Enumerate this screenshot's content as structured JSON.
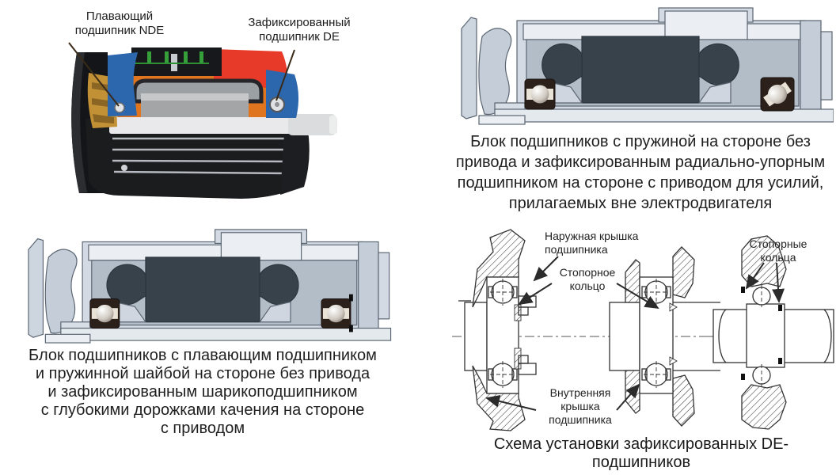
{
  "figure_motor": {
    "label_floating_nde": "Плавающий\nподшипник NDE",
    "label_fixed_de": "Зафиксированный\nподшипник DE"
  },
  "figure_spring_block": {
    "caption": "Блок подшипников с пружиной на стороне без\nпривода и зафиксированным радиально-упорным\nподшипником на стороне с приводом для усилий,\nприлагаемых вне электродвигателя"
  },
  "figure_floating_block": {
    "caption": "Блок подшипников с плавающим подшипником\nи пружинной шайбой на стороне без привода\nи зафиксированным шарикоподшипником\nс глубокими дорожками качения на стороне\nс приводом"
  },
  "figure_de_mounting": {
    "label_outer_cap": "Наружная крышка\nподшипника",
    "label_snap_ring": "Стопорное\nкольцо",
    "label_snap_rings": "Стопорные\nкольца",
    "label_inner_cap": "Внутренняя\nкрышка\nподшипника",
    "caption": "Схема установки зафиксированных DE-подшипников"
  },
  "colors": {
    "caption_text": "#1f1f1f",
    "drawing_body": "#d3dae3",
    "drawing_dark": "#37424b",
    "motor_orange": "#e0751f",
    "motor_red": "#e73a28",
    "motor_blue": "#2c67ae",
    "motor_gold": "#c29135",
    "line_art": "#2b2b2b"
  }
}
